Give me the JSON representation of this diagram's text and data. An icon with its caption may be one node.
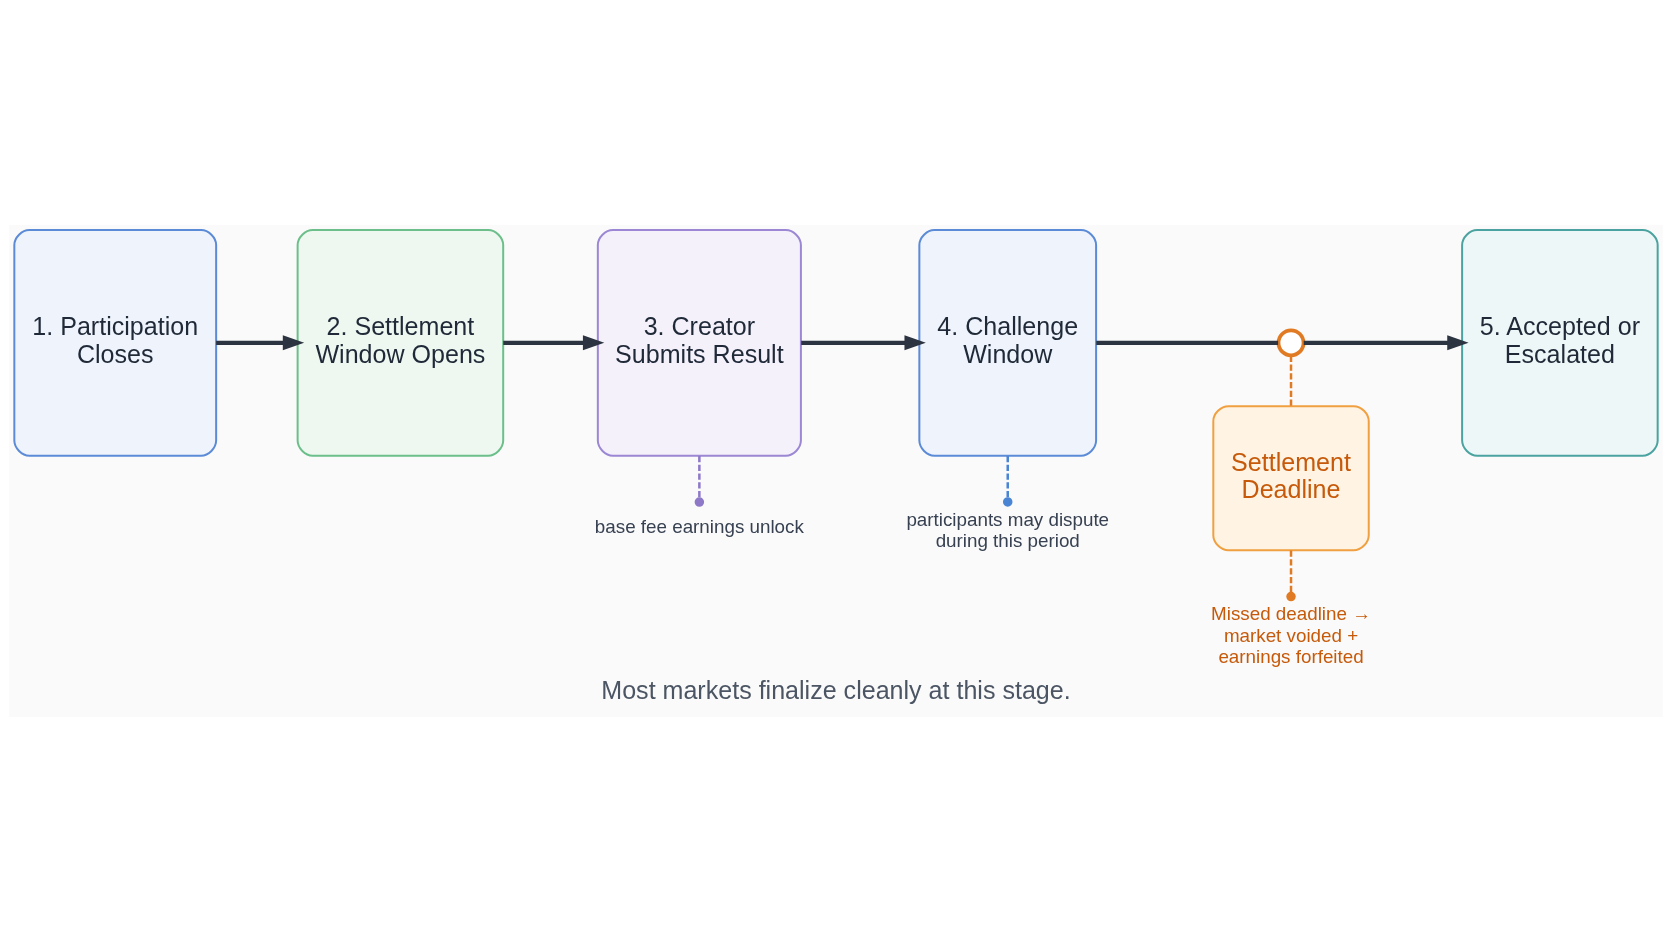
{
  "diagram": {
    "caption": "Most markets finalize cleanly at this stage.",
    "nodes": [
      {
        "text": [
          "1. Participation Closes"
        ]
      },
      {
        "text": [
          "2. Settlement Window Opens"
        ]
      },
      {
        "text": [
          "3. Creator Submits Result"
        ]
      },
      {
        "text": [
          "4. Challenge Window"
        ]
      },
      {
        "text": [],
        "shape": "circle"
      },
      {
        "text": [
          "5. Accepted or Escalated"
        ]
      },
      {
        "text": [
          "Settlement Deadline"
        ]
      },
      {
        "text": [
          "base fee earnings unlock"
        ]
      },
      {
        "text": [
          "participants may dispute during this period"
        ]
      },
      {
        "text": [
          "Missed deadline → market voided + earnings forfeited"
        ]
      }
    ],
    "edges": [
      {
        "from": 0,
        "to": 1,
        "arrow": "to"
      },
      {
        "from": 1,
        "to": 2,
        "arrow": "to"
      },
      {
        "from": 2,
        "to": 3,
        "arrow": "to"
      },
      {
        "from": 3,
        "to": 4,
        "arrow": "none"
      },
      {
        "from": 4,
        "to": 5,
        "arrow": "to"
      },
      {
        "from": 4,
        "to": 6,
        "arrow": "none",
        "style": "dashed",
        "color": "#e07b24"
      },
      {
        "from": 2,
        "to": 7,
        "arrow": "other",
        "style": "dashed",
        "color": "#8e78c8"
      },
      {
        "from": 3,
        "to": 8,
        "arrow": "other",
        "style": "dashed",
        "color": "#4a84d4"
      },
      {
        "from": 6,
        "to": 9,
        "arrow": "other",
        "style": "dashed",
        "color": "#e07b24"
      }
    ]
  }
}
